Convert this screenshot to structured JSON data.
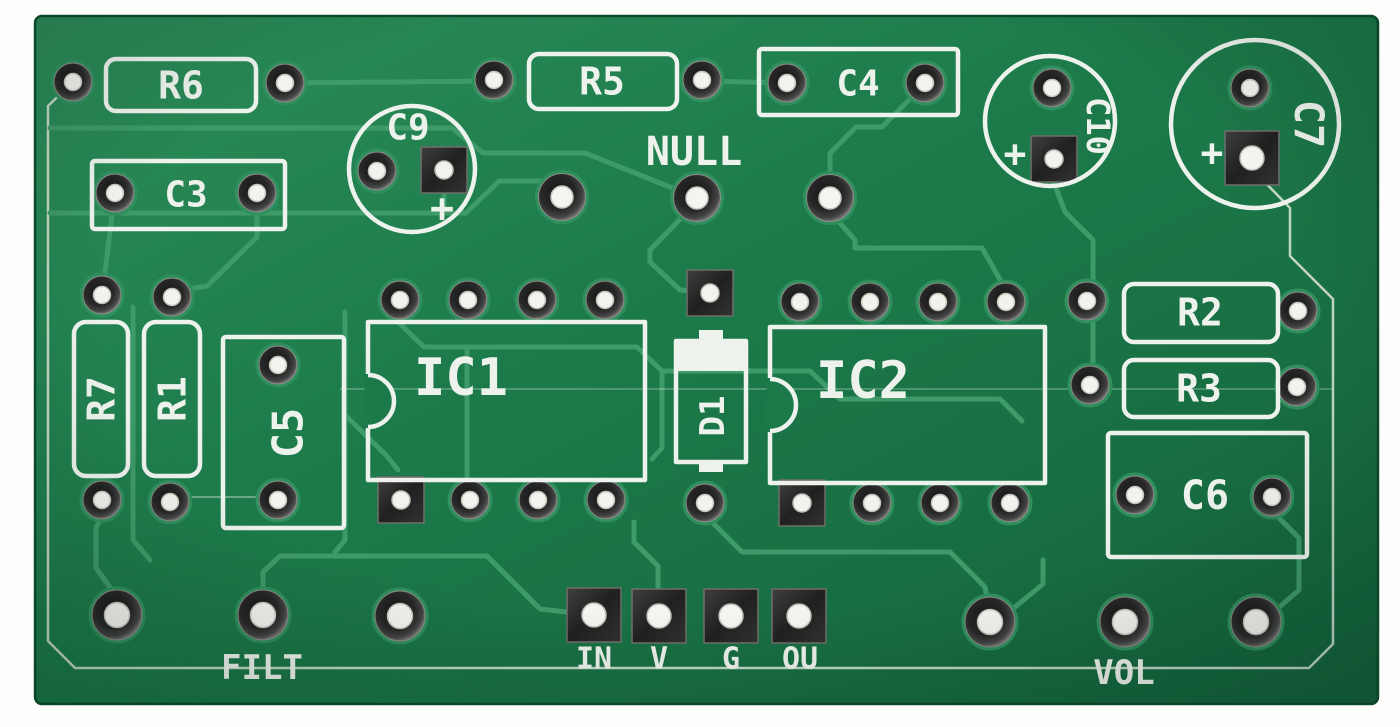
{
  "subject": "bare printed circuit board, green solder mask with white silkscreen",
  "designators": {
    "r6": "R6",
    "c3": "C3",
    "r5": "R5",
    "c4": "C4",
    "c9": "C9",
    "c10": "C10",
    "c7": "C7",
    "r7": "R7",
    "r1": "R1",
    "c5": "C5",
    "ic1": "IC1",
    "d1": "D1",
    "ic2": "IC2",
    "r2": "R2",
    "r3": "R3",
    "c6": "C6"
  },
  "text": {
    "null_label": "NULL",
    "filt_label": "FILT",
    "vol_label": "VOL",
    "plus": "+"
  },
  "ports": {
    "in": "IN",
    "v": "V",
    "g": "G",
    "ou": "OU"
  },
  "polarized_capacitors": [
    "C9",
    "C10",
    "C7"
  ],
  "colors": {
    "solder_mask": "#1c7a4a",
    "silkscreen": "#edf2ec",
    "copper_trace": "#3e9a69",
    "pad_ring": "#262626",
    "pad_hole": "#f2f2ee",
    "background": "#fdfdfc"
  }
}
